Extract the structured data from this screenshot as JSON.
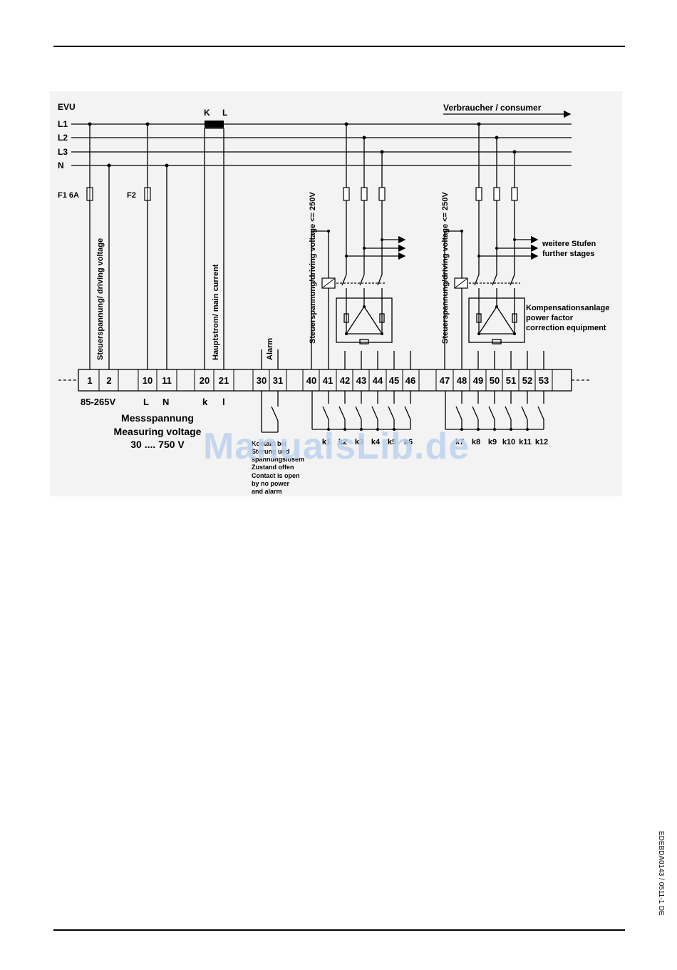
{
  "labels": {
    "evu": "EVU",
    "l1": "L1",
    "l2": "L2",
    "l3": "L3",
    "n": "N",
    "k": "K",
    "l": "L",
    "consumer": "Verbraucher / consumer",
    "f1": "F1  6A",
    "f2": "F2",
    "driving_voltage_1": "Steuerspannung/ driving voltage",
    "main_current": "Hauptstrom/ main current",
    "alarm": "Alarm",
    "driving_voltage_2": "Steuerspannung/driving voltage <= 250V",
    "driving_voltage_3": "Steuerspannung/driving voltage <= 250V",
    "further_stages_de": "weitere Stufen",
    "further_stages_en": "further stages",
    "comp_de": "Kompensationsanlage",
    "comp_en1": "power factor",
    "comp_en2": "correction equipment",
    "supply_range": "85-265V",
    "term_l": "L",
    "term_n": "N",
    "term_k": "k",
    "term_l_small": "l",
    "meas_de": "Messspannung",
    "meas_en": "Measuring voltage",
    "meas_range": "30 .... 750 V",
    "contact_de_1": "Kontakt bei",
    "contact_de_2": "Störung und",
    "contact_de_3": "spannungslosem",
    "contact_de_4": "Zustand offen",
    "contact_en_1": "Contact is open",
    "contact_en_2": "by no power",
    "contact_en_3": "and alarm"
  },
  "terminals": [
    "1",
    "2",
    "10",
    "11",
    "20",
    "21",
    "30",
    "31",
    "40",
    "41",
    "42",
    "43",
    "44",
    "45",
    "46",
    "47",
    "48",
    "49",
    "50",
    "51",
    "52",
    "53"
  ],
  "relays": [
    "k1",
    "k2",
    "k3",
    "k4",
    "k5",
    "k6",
    "k7",
    "k8",
    "k9",
    "k10",
    "k11",
    "k12"
  ],
  "doc_code": "EDEBDA0143 / 0511-1 DE",
  "watermark": "ManualsLib.de"
}
